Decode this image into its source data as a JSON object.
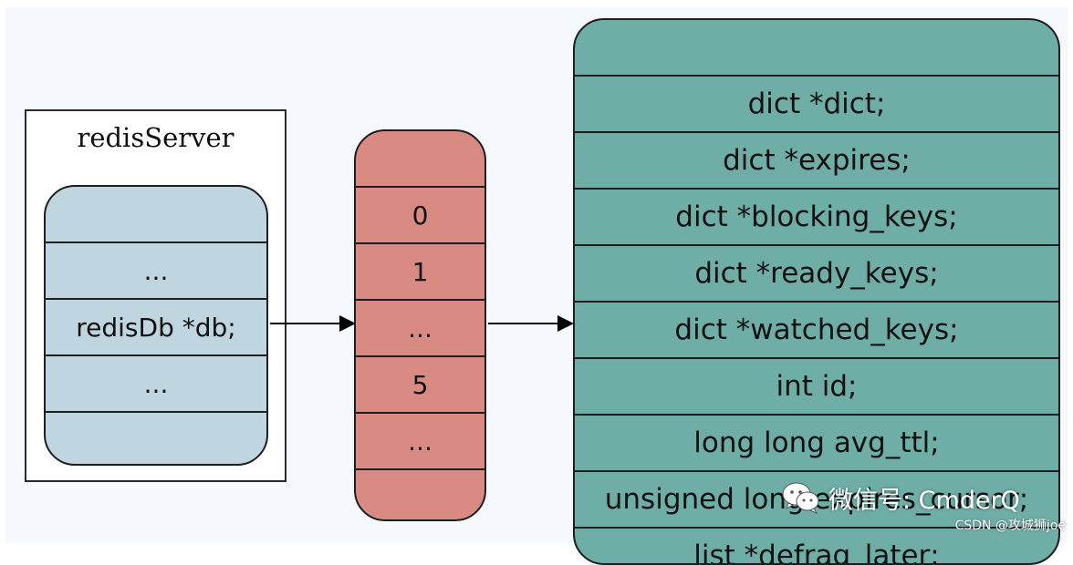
{
  "redis_server": {
    "title": "redisServer",
    "fields": [
      "",
      "...",
      "redisDb *db;",
      "...",
      ""
    ]
  },
  "db_array": {
    "cells": [
      "",
      "0",
      "1",
      "...",
      "5",
      "...",
      ""
    ]
  },
  "redis_db": {
    "fields": [
      "",
      "dict *dict;",
      "dict *expires;",
      "dict *blocking_keys;",
      "dict *ready_keys;",
      "dict *watched_keys;",
      "int id;",
      "long long avg_ttl;",
      "unsigned long expires_cursor;",
      "list *defrag_later;"
    ]
  },
  "colors": {
    "server_fill": "#bfd6e0",
    "array_fill": "#d98a82",
    "db_fill": "#6eaea7",
    "background": "#f5f8fc"
  },
  "watermark": {
    "icon": "wechat-icon",
    "text": "微信号: CmderQ",
    "source": "CSDN @攻城狮joe"
  }
}
